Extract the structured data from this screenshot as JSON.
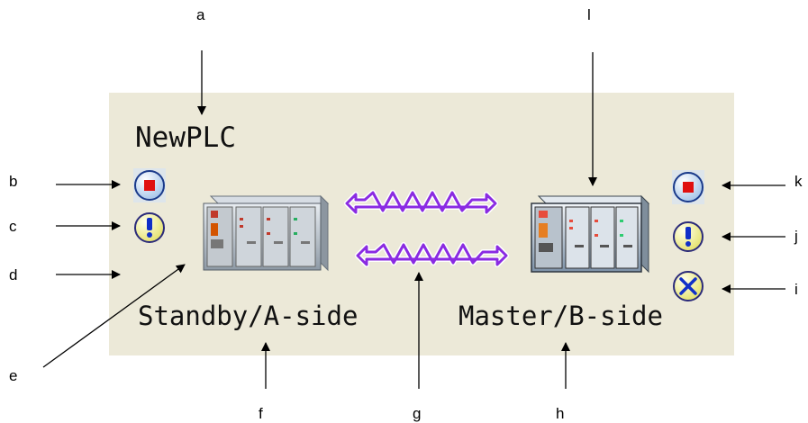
{
  "callouts": {
    "a": "a",
    "b": "b",
    "c": "c",
    "d": "d",
    "e": "e",
    "f": "f",
    "g": "g",
    "h": "h",
    "i": "i",
    "j": "j",
    "k": "k",
    "l": "l"
  },
  "panel": {
    "plc_name": "NewPLC",
    "standby_label": "Standby/A-side",
    "master_label": "Master/B-side"
  },
  "icons": {
    "stop": "stop-icon",
    "warning": "warning-icon",
    "error": "error-x-icon",
    "plc": "plc-rack-icon",
    "link": "link-arrow-icon"
  },
  "colors": {
    "panel_bg": "#ece9d8",
    "link_purple": "#8a2be2",
    "stop_red": "#e01010",
    "warn_blue": "#1030c8",
    "status_yellow": "#f2f09a",
    "status_blue": "#bcd6f2"
  }
}
